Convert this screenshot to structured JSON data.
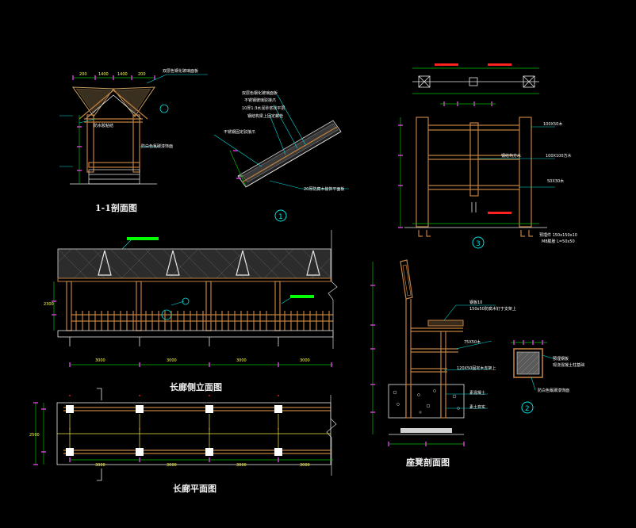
{
  "titles": {
    "section_1_1": "1-1剖面图",
    "corridor_elevation": "长廊侧立面图",
    "corridor_plan": "长廊平面图",
    "bench_section": "座凳剖面图"
  },
  "callouts": {
    "detail_1": "1",
    "detail_2": "2",
    "detail_3": "3"
  },
  "colors": {
    "background": "#000000",
    "timber": "#c08040",
    "dimension": "#00c000",
    "leader": "#00e0e0",
    "tick": "#e040e0",
    "highlight_red": "#ff2020",
    "highlight_green": "#00ff00",
    "text": "#ffffff"
  }
}
